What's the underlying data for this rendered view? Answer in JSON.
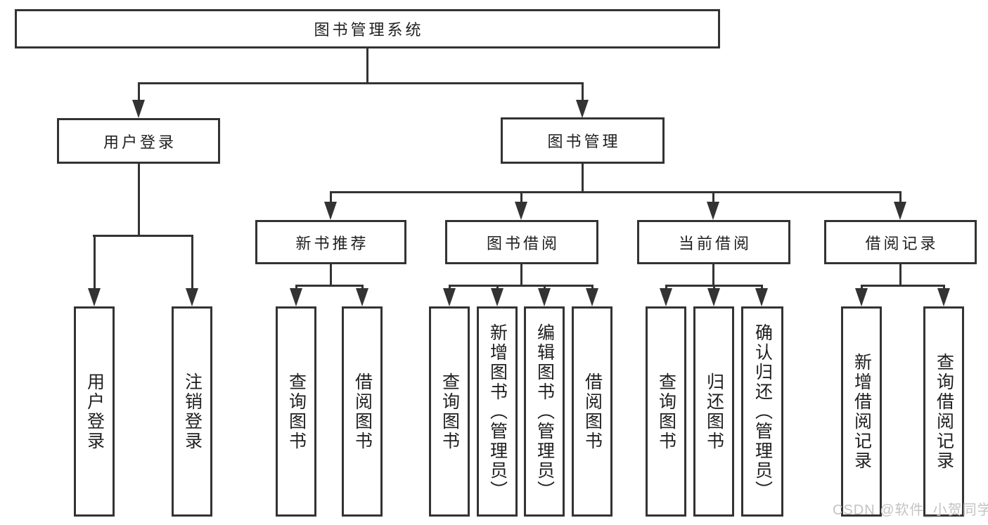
{
  "diagram": {
    "type": "hierarchy-tree",
    "tree": {
      "label": "图书管理系统",
      "children": [
        {
          "label": "用户登录",
          "children": [
            {
              "label": "用户登录"
            },
            {
              "label": "注销登录"
            }
          ]
        },
        {
          "label": "图书管理",
          "children": [
            {
              "label": "新书推荐",
              "children": [
                {
                  "label": "查询图书"
                },
                {
                  "label": "借阅图书"
                }
              ]
            },
            {
              "label": "图书借阅",
              "children": [
                {
                  "label": "查询图书"
                },
                {
                  "label": "新增图书（管理员）"
                },
                {
                  "label": "编辑图书（管理员）"
                },
                {
                  "label": "借阅图书"
                }
              ]
            },
            {
              "label": "当前借阅",
              "children": [
                {
                  "label": "查询图书"
                },
                {
                  "label": "归还图书"
                },
                {
                  "label": "确认归还（管理员）"
                }
              ]
            },
            {
              "label": "借阅记录",
              "children": [
                {
                  "label": "新增借阅记录"
                },
                {
                  "label": "查询借阅记录"
                }
              ]
            }
          ]
        }
      ]
    },
    "colors": {
      "line": "#333333",
      "box_border": "#333333",
      "text": "#1f1f1f",
      "watermark": "#c3c3c3",
      "background": "#ffffff"
    }
  },
  "watermark": {
    "text": "CSDN @软件_小贺同学"
  }
}
